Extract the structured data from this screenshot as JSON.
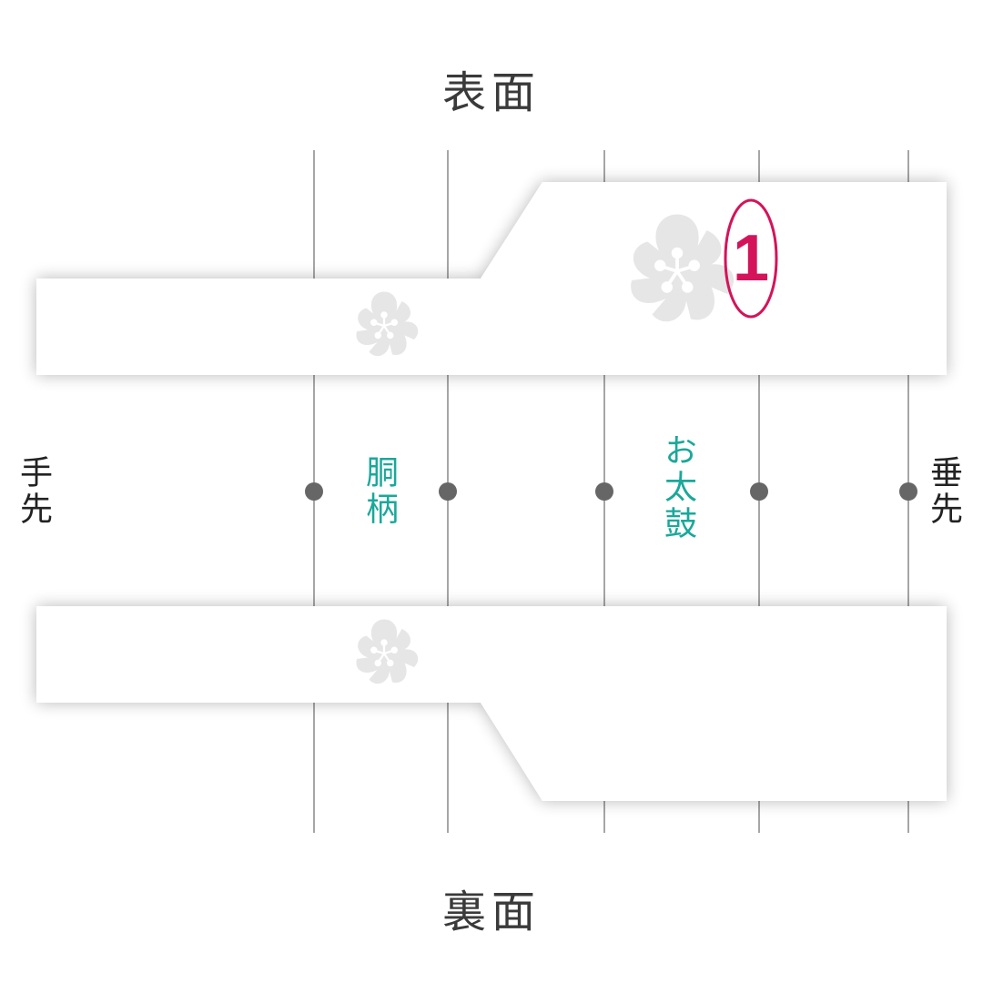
{
  "titles": {
    "front": "表面",
    "back": "裏面"
  },
  "side_labels": {
    "left": "手先",
    "right": "垂先"
  },
  "sections": [
    {
      "label": "胴柄"
    },
    {
      "label": "お太鼓"
    }
  ],
  "marker": {
    "number": "1",
    "color": "#d4145a"
  },
  "colors": {
    "section_text": "#1aa89a",
    "guide_line": "#888888",
    "dot": "#666666",
    "flower": "#e6e6e6"
  },
  "guide_lines_x": [
    345,
    492,
    664,
    834,
    998
  ]
}
